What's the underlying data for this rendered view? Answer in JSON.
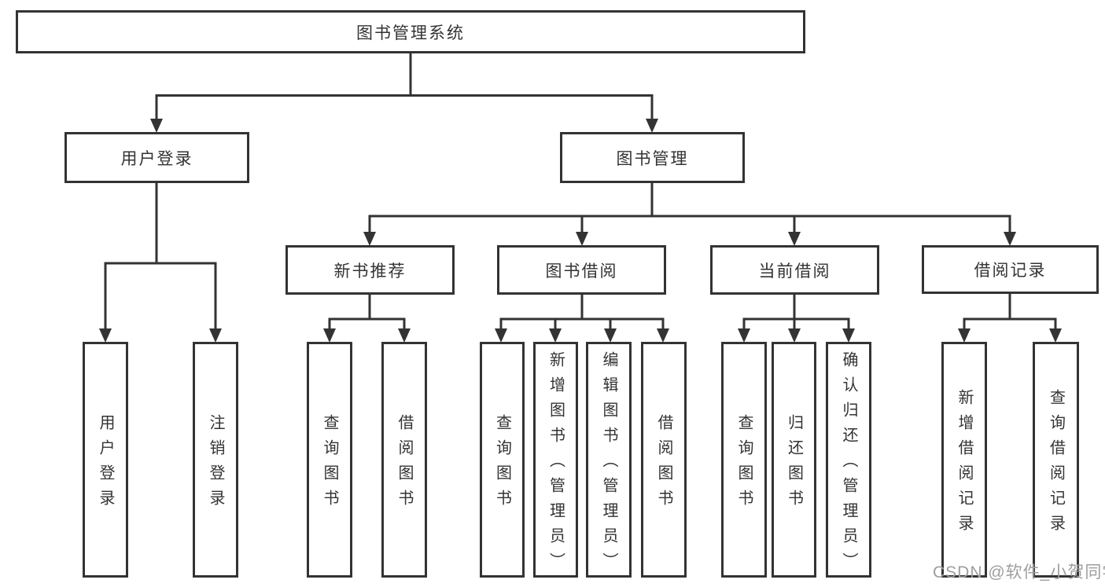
{
  "diagram": {
    "root": "图书管理系统",
    "level2": [
      "用户登录",
      "图书管理"
    ],
    "level3": [
      "新书推荐",
      "图书借阅",
      "当前借阅",
      "借阅记录"
    ],
    "leaves": {
      "login": [
        "用户登录",
        "注销登录"
      ],
      "recommend": [
        "查询图书",
        "借阅图书"
      ],
      "borrow": [
        "查询图书",
        "新增图书（管理员）",
        "编辑图书（管理员）",
        "借阅图书"
      ],
      "current": [
        "查询图书",
        "归还图书",
        "确认归还（管理员）"
      ],
      "records": [
        "新增借阅记录",
        "查询借阅记录"
      ]
    }
  },
  "watermark": "CSDN @软件_小贺同学",
  "colors": {
    "line": "#333333",
    "text": "#333333",
    "watermark": "#9e9e9e",
    "background": "#ffffff"
  }
}
